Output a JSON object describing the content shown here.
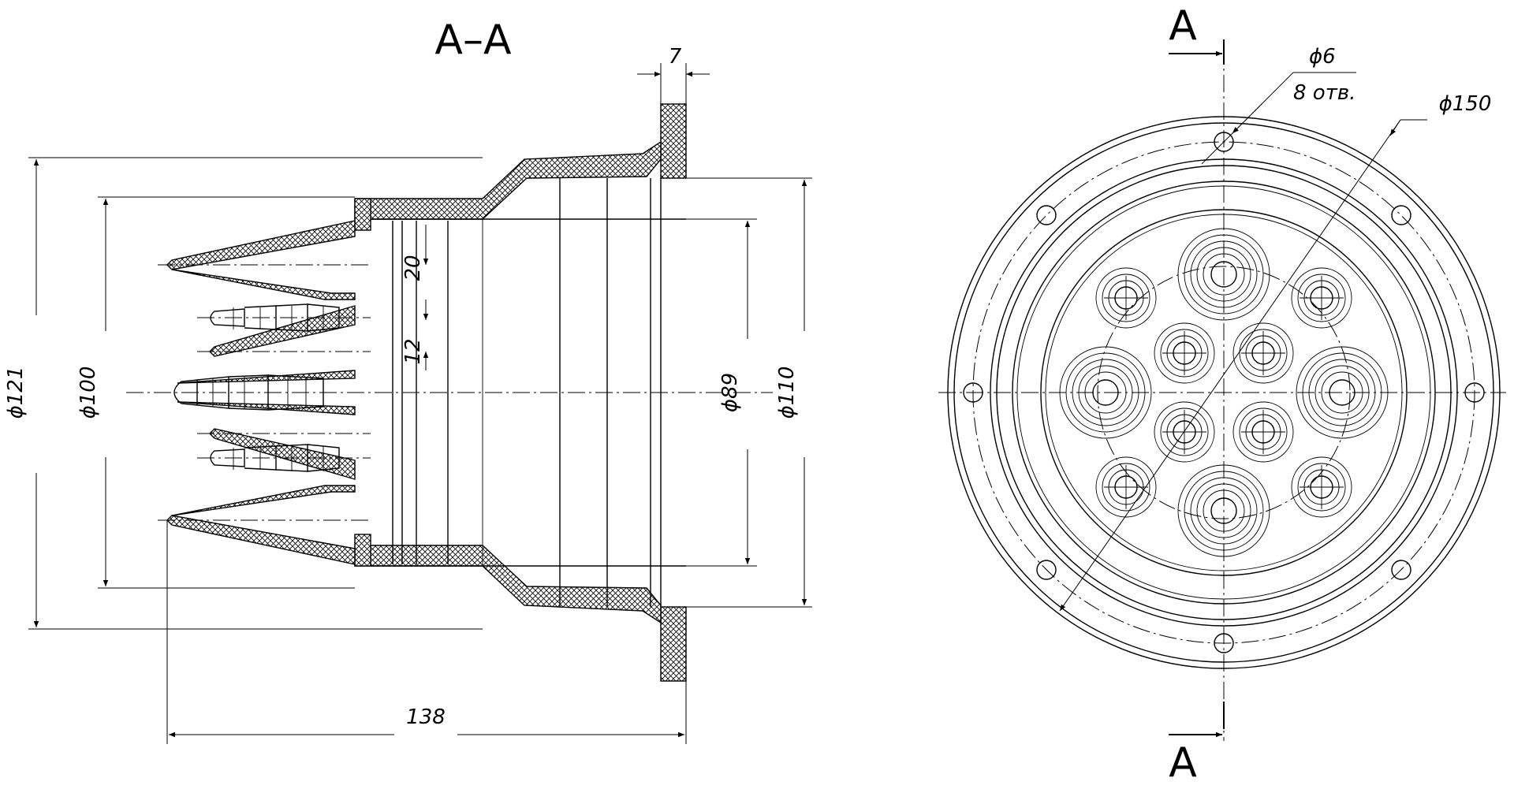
{
  "section_view": {
    "title": "A–A",
    "dim_flange_thickness": "7",
    "dim_outer_diameter": "ϕ121",
    "dim_inner_diameter": "ϕ100",
    "dim_bore_diameter": "ϕ89",
    "dim_pipe_diameter": "ϕ110",
    "dim_pitch_upper": "20",
    "dim_pitch_lower": "12",
    "dim_overall_length": "138"
  },
  "front_view": {
    "section_marker_top": "A",
    "section_marker_bottom": "A",
    "dim_hole_diameter": "ϕ6",
    "dim_hole_count": "8 отв.",
    "dim_bolt_circle": "ϕ150"
  }
}
